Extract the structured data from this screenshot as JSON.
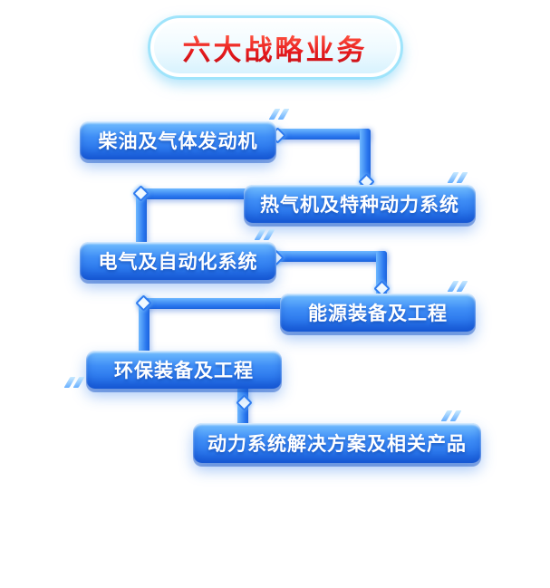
{
  "title": {
    "label": "六大战略业务"
  },
  "boxes": [
    {
      "label": "柴油及气体发动机"
    },
    {
      "label": "热气机及特种动力系统"
    },
    {
      "label": "电气及自动化系统"
    },
    {
      "label": "能源装备及工程"
    },
    {
      "label": "环保装备及工程"
    },
    {
      "label": "动力系统解决方案及相关产品"
    }
  ],
  "colors": {
    "box_gradient_top": "#74c0ff",
    "box_gradient_bottom": "#1c66e4",
    "connector_blue": "#2a77ee",
    "title_red": "#e01818",
    "title_border_cyan": "#9fe4fb"
  },
  "decorations": {
    "node_marker_icon": "diamond",
    "speed_chevron_icon": "double-chevron"
  }
}
